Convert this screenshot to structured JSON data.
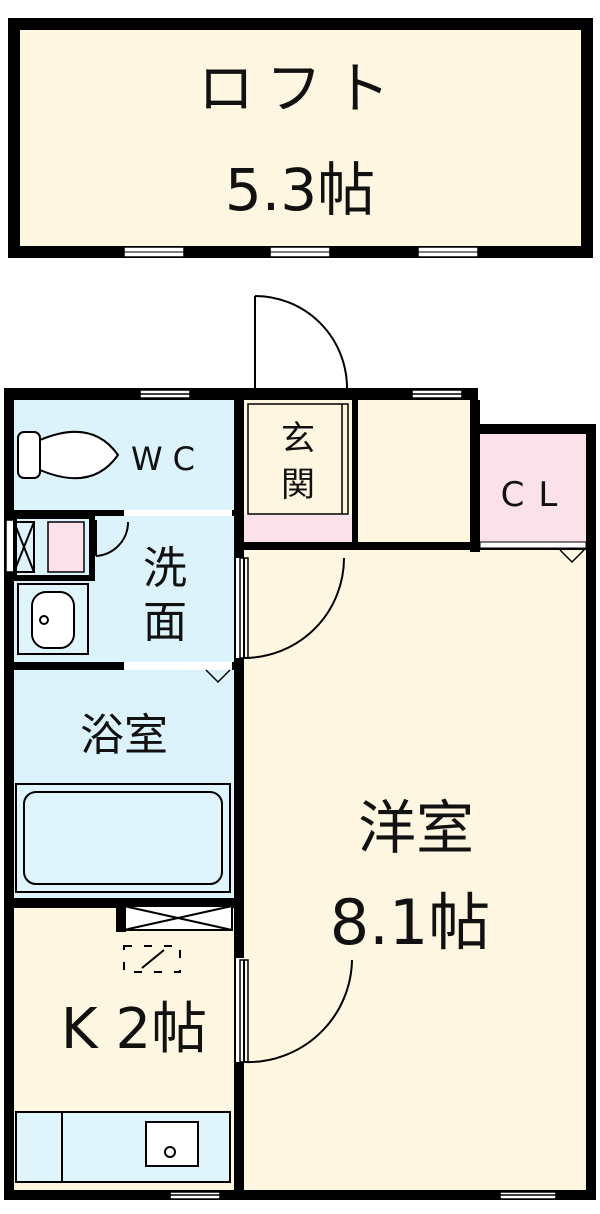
{
  "colors": {
    "wall": "#000000",
    "room_beige": "#fdf6e0",
    "room_blue": "#ddf3fb",
    "room_pink": "#fbe1ea",
    "fixture_blue": "#dff4fb",
    "window": "#ffffff"
  },
  "loft": {
    "name": "ロフト",
    "area": "5.3帖"
  },
  "rooms": {
    "wc": "WC",
    "genkan_1": "玄",
    "genkan_2": "関",
    "closet": "CL",
    "washroom_1": "洗",
    "washroom_2": "面",
    "bath": "浴室",
    "western_room": "洋室",
    "western_area": "8.1帖",
    "kitchen": "K 2帖"
  },
  "icons": [
    "toilet-icon",
    "sink-icon",
    "bathtub-icon",
    "kitchen-counter-icon",
    "door-swing-icon",
    "washing-machine-space-icon"
  ]
}
